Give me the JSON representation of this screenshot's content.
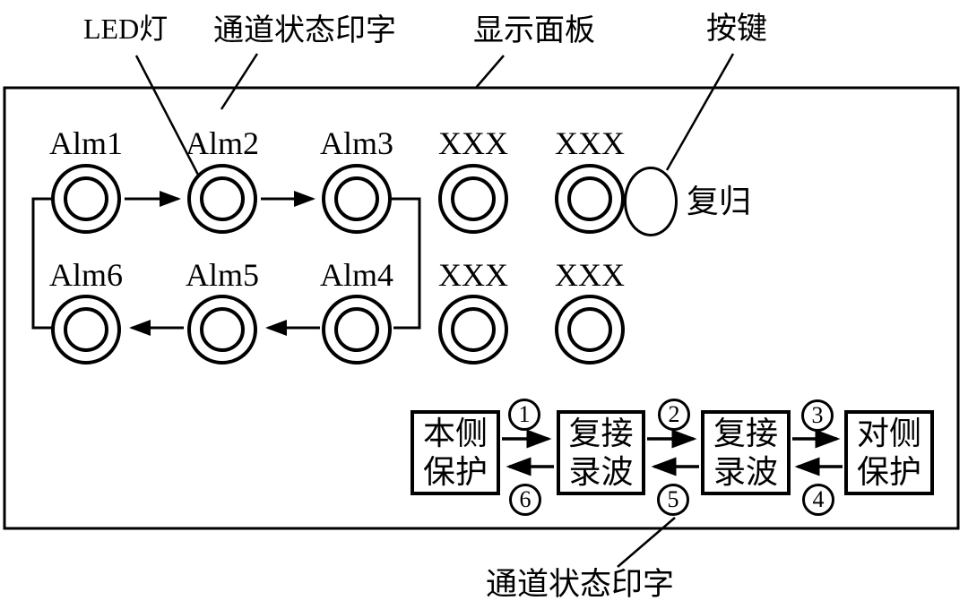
{
  "labels": {
    "led": "LED灯",
    "channel_status_top": "通道状态印字",
    "display_panel": "显示面板",
    "button": "按键",
    "reset": "复归",
    "channel_status_bottom": "通道状态印字"
  },
  "leds": {
    "row1": [
      "Alm1",
      "Alm2",
      "Alm3",
      "XXX",
      "XXX"
    ],
    "row2": [
      "Alm6",
      "Alm5",
      "Alm4",
      "XXX",
      "XXX"
    ]
  },
  "flow": {
    "boxes": [
      {
        "line1": "本侧",
        "line2": "保护"
      },
      {
        "line1": "复接",
        "line2": "录波"
      },
      {
        "line1": "复接",
        "line2": "录波"
      },
      {
        "line1": "对侧",
        "line2": "保护"
      }
    ],
    "steps": [
      "1",
      "2",
      "3",
      "4",
      "5",
      "6"
    ]
  },
  "colors": {
    "ink": "#000000",
    "background": "#ffffff"
  }
}
